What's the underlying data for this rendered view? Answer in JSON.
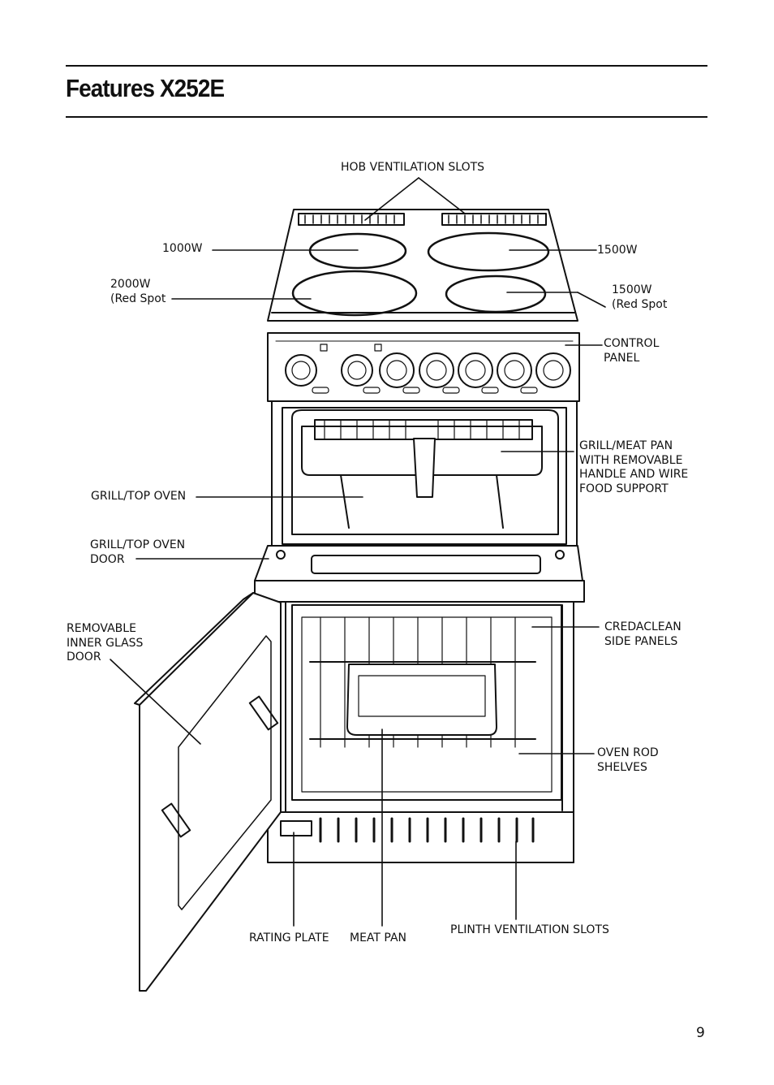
{
  "page": {
    "title": "Features X252E",
    "page_number": "9"
  },
  "labels": {
    "hob_ventilation_slots": "HOB VENTILATION SLOTS",
    "ring_1000w": "1000W",
    "ring_1500w_top": "1500W",
    "ring_2000w": "2000W\n(Red Spot",
    "ring_1500w_bottom": "1500W\n(Red Spot",
    "control_panel": "CONTROL\nPANEL",
    "grill_meat_pan": "GRILL/MEAT PAN\nWITH REMOVABLE\nHANDLE AND WIRE\nFOOD SUPPORT",
    "grill_top_oven": "GRILL/TOP OVEN",
    "grill_top_oven_door": "GRILL/TOP OVEN\nDOOR",
    "removable_inner_glass_door": "REMOVABLE\nINNER GLASS\nDOOR",
    "credaclean_side_panels": "CREDACLEAN\nSIDE PANELS",
    "oven_rod_shelves": "OVEN ROD\nSHELVES",
    "rating_plate": "RATING PLATE",
    "meat_pan": "MEAT PAN",
    "plinth_ventilation_slots": "PLINTH VENTILATION SLOTS"
  }
}
